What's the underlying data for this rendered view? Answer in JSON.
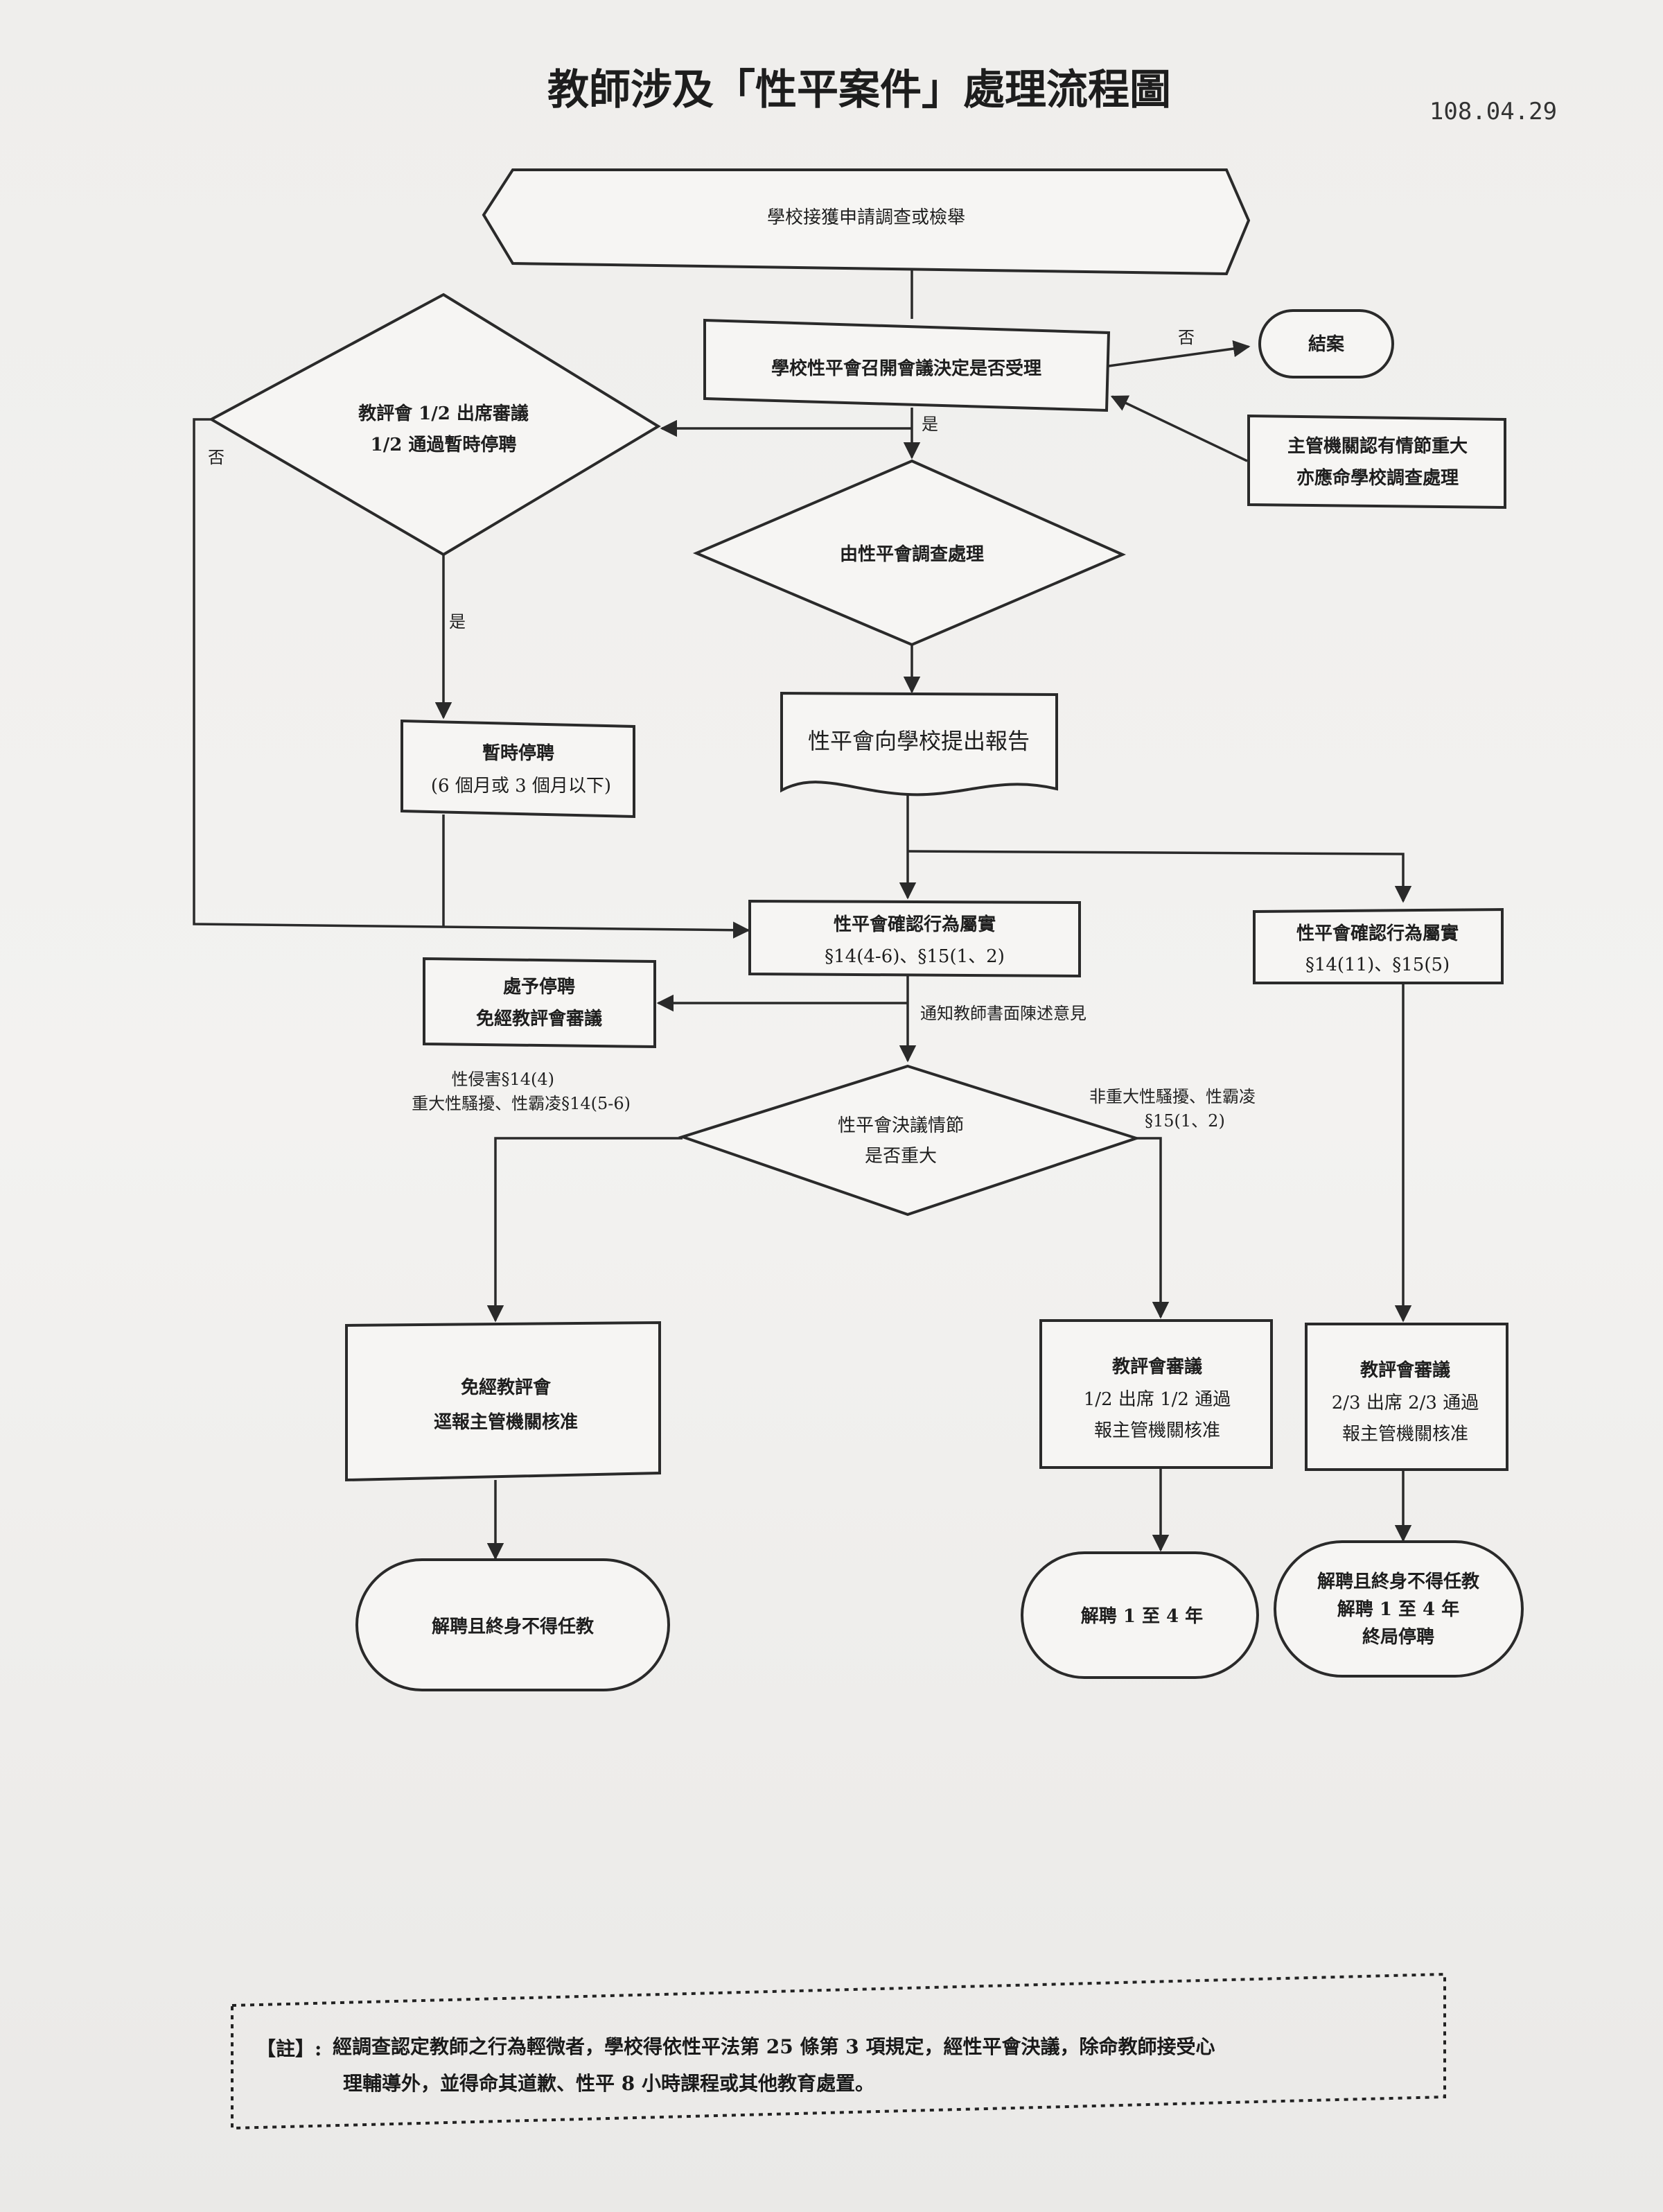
{
  "title": "教師涉及「性平案件」處理流程圖",
  "date": "108.04.29",
  "nodes": {
    "start": {
      "lines": [
        "學校接獲申請調查或檢舉"
      ]
    },
    "accept": {
      "lines": [
        "學校性平會召開會議決定是否受理"
      ]
    },
    "close_case": {
      "lines": [
        "結案"
      ]
    },
    "authority": {
      "lines": [
        "主管機關認有情節重大",
        "亦應命學校調查處理"
      ]
    },
    "review_suspend": {
      "lines": [
        "教評會 1/2 出席審議",
        "1/2 通過暫時停聘"
      ]
    },
    "investigate": {
      "lines": [
        "由性平會調查處理"
      ]
    },
    "report": {
      "lines": [
        "性平會向學校提出報告"
      ]
    },
    "temp_suspend": {
      "lines": [
        "暫時停聘",
        "(6 個月或 3 個月以下)"
      ]
    },
    "confirm_a": {
      "lines": [
        "性平會確認行為屬實",
        "§14(4-6)、§15(1、2)"
      ]
    },
    "confirm_b": {
      "lines": [
        "性平會確認行為屬實",
        "§14(11)、§15(5)"
      ]
    },
    "suspend_exempt": {
      "lines": [
        "處予停聘",
        "免經教評會審議"
      ]
    },
    "serious": {
      "lines": [
        "性平會決議情節",
        "是否重大"
      ]
    },
    "exempt_review": {
      "lines": [
        "免經教評會",
        "逕報主管機關核准"
      ]
    },
    "review_half": {
      "lines": [
        "教評會審議",
        "1/2 出席 1/2 通過",
        "報主管機關核准"
      ]
    },
    "review_two_thirds": {
      "lines": [
        "教評會審議",
        "2/3 出席 2/3 通過",
        "報主管機關核准"
      ]
    },
    "out_life": {
      "lines": [
        "解聘且終身不得任教"
      ]
    },
    "out_1to4": {
      "lines": [
        "解聘 1 至 4 年"
      ]
    },
    "out_multi": {
      "lines": [
        "解聘且終身不得任教",
        "解聘 1 至 4 年",
        "終局停聘"
      ]
    }
  },
  "edge_labels": {
    "no_close": "否",
    "yes_accept": "是",
    "no_review": "否",
    "yes_review": "是",
    "notify": "通知教師書面陳述意見",
    "serious_left": [
      "性侵害§14(4)",
      "重大性騷擾、性霸凌§14(5-6)"
    ],
    "serious_right": [
      "非重大性騷擾、性霸凌",
      "§15(1、2)"
    ]
  },
  "note": {
    "label": "【註】:",
    "lines": [
      "經調查認定教師之行為輕微者，學校得依性平法第 25 條第 3 項規定，經性平會決議，除命教師接受心",
      "理輔導外，並得命其道歉、性平 8 小時課程或其他教育處置。"
    ]
  }
}
